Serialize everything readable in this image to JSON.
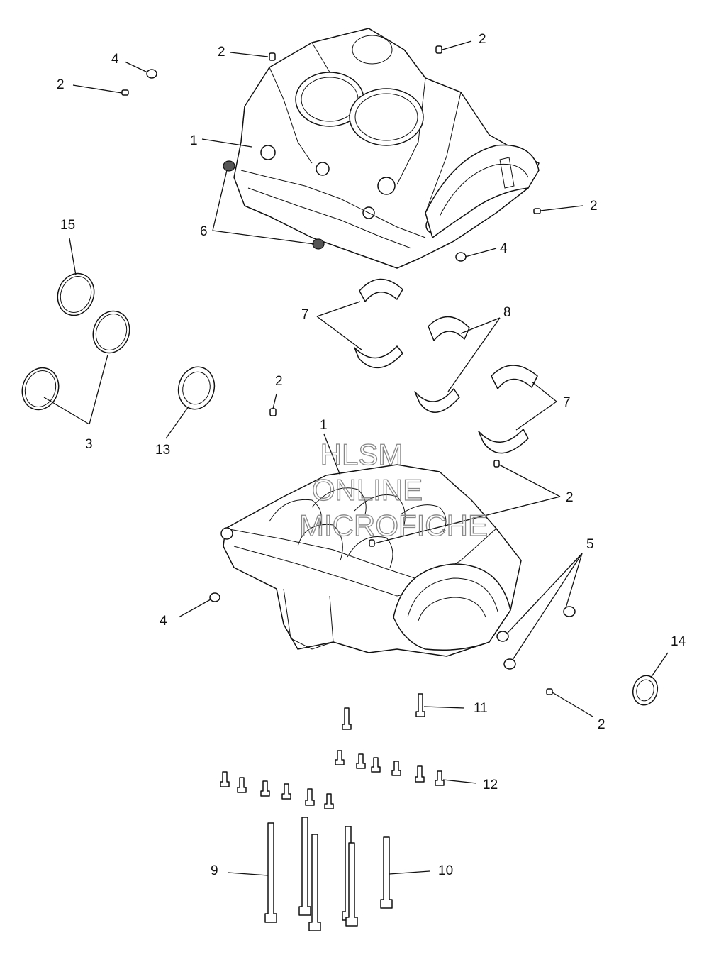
{
  "callouts": [
    {
      "id": "c1",
      "text": "1"
    },
    {
      "id": "c2",
      "text": "1"
    },
    {
      "id": "c3",
      "text": "2"
    },
    {
      "id": "c4",
      "text": "2"
    },
    {
      "id": "c5",
      "text": "2"
    },
    {
      "id": "c6",
      "text": "2"
    },
    {
      "id": "c7",
      "text": "2"
    },
    {
      "id": "c8",
      "text": "2"
    },
    {
      "id": "c9",
      "text": "2"
    },
    {
      "id": "c10",
      "text": "3"
    },
    {
      "id": "c11",
      "text": "4"
    },
    {
      "id": "c12",
      "text": "4"
    },
    {
      "id": "c13",
      "text": "4"
    },
    {
      "id": "c14",
      "text": "5"
    },
    {
      "id": "c15",
      "text": "6"
    },
    {
      "id": "c16",
      "text": "7"
    },
    {
      "id": "c17",
      "text": "7"
    },
    {
      "id": "c18",
      "text": "8"
    },
    {
      "id": "c19",
      "text": "9"
    },
    {
      "id": "c20",
      "text": "10"
    },
    {
      "id": "c21",
      "text": "11"
    },
    {
      "id": "c22",
      "text": "12"
    },
    {
      "id": "c23",
      "text": "13"
    },
    {
      "id": "c24",
      "text": "14"
    },
    {
      "id": "c25",
      "text": "15"
    }
  ],
  "watermark": {
    "line1": "HLSM",
    "line2": "ONLINE",
    "line3": "MICROFICHE"
  }
}
